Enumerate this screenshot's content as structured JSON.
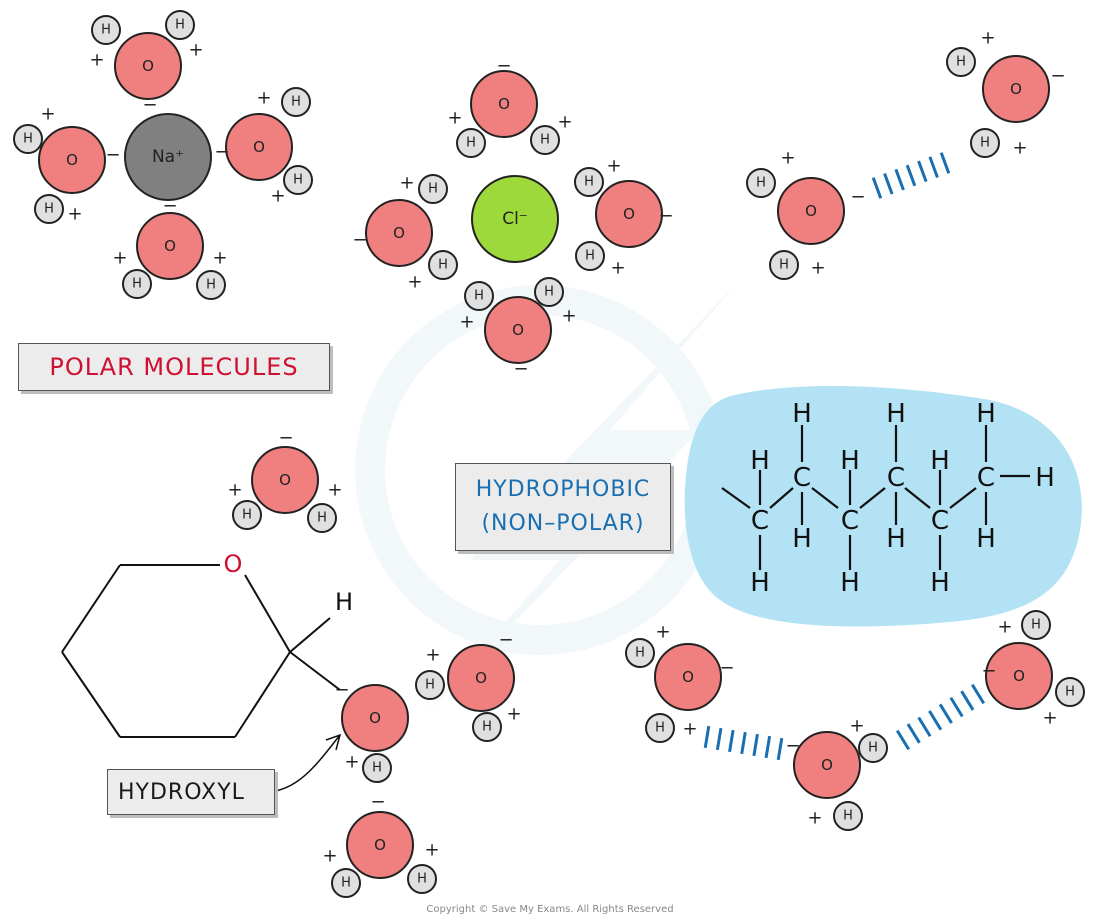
{
  "ions": {
    "sodium": "Na⁺",
    "chloride": "Cl⁻"
  },
  "atoms": {
    "oxygen": "O",
    "hydrogen": "H"
  },
  "charges": {
    "plus": "+",
    "minus": "−"
  },
  "labels": {
    "polar": "POLAR  MOLECULES",
    "hydrophobic_line1": "HYDROPHOBIC",
    "hydrophobic_line2": "(NON–POLAR)",
    "hydroxyl": "HYDROXYL"
  },
  "ring_oxygen": "O",
  "ring_hydrogen": "H",
  "hydrocarbon": {
    "carbon": "C",
    "hydrogen": "H"
  },
  "copyright": "Copyright © Save My Exams. All Rights Reserved",
  "colors": {
    "oxygen": "#f08080",
    "hydrogen": "#e0e0e0",
    "sodium": "#808080",
    "chloride": "#9dd93a",
    "hydrophobic_blob": "#b3e2f5",
    "hbond": "#1a6fb0",
    "polar_text": "#d01030",
    "hydrophobic_text": "#1a6fb0"
  }
}
